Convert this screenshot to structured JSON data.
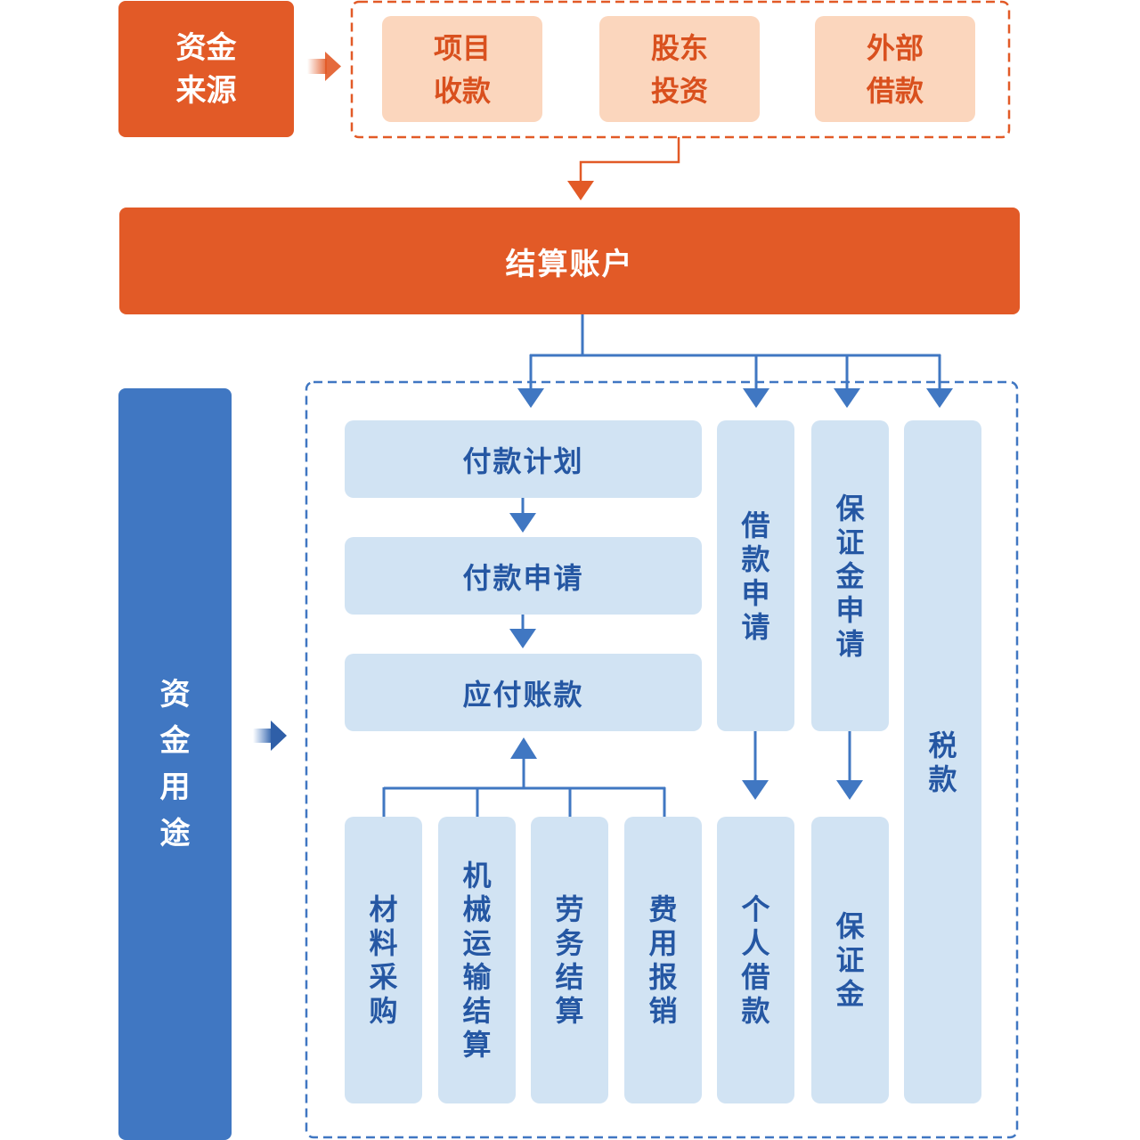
{
  "sources": {
    "title": "资金来源",
    "items": [
      {
        "label": "项目收款"
      },
      {
        "label": "股东投资"
      },
      {
        "label": "外部借款"
      }
    ]
  },
  "settlement": {
    "label": "结算账户"
  },
  "uses": {
    "title": "资金用途",
    "payment_flow": [
      {
        "label": "付款计划"
      },
      {
        "label": "付款申请"
      },
      {
        "label": "应付账款"
      }
    ],
    "payables_sources": [
      {
        "label": "材料采购"
      },
      {
        "label": "机械运输结算"
      },
      {
        "label": "劳务结算"
      },
      {
        "label": "费用报销"
      }
    ],
    "loan": {
      "application": "借款申请",
      "result": "个人借款"
    },
    "deposit": {
      "application": "保证金申请",
      "result": "保证金"
    },
    "tax": {
      "label": "税款"
    }
  },
  "colors": {
    "source_accent": "#e25a27",
    "source_light": "#fbd6bd",
    "use_accent": "#4077c2",
    "use_light": "#d1e3f3"
  }
}
